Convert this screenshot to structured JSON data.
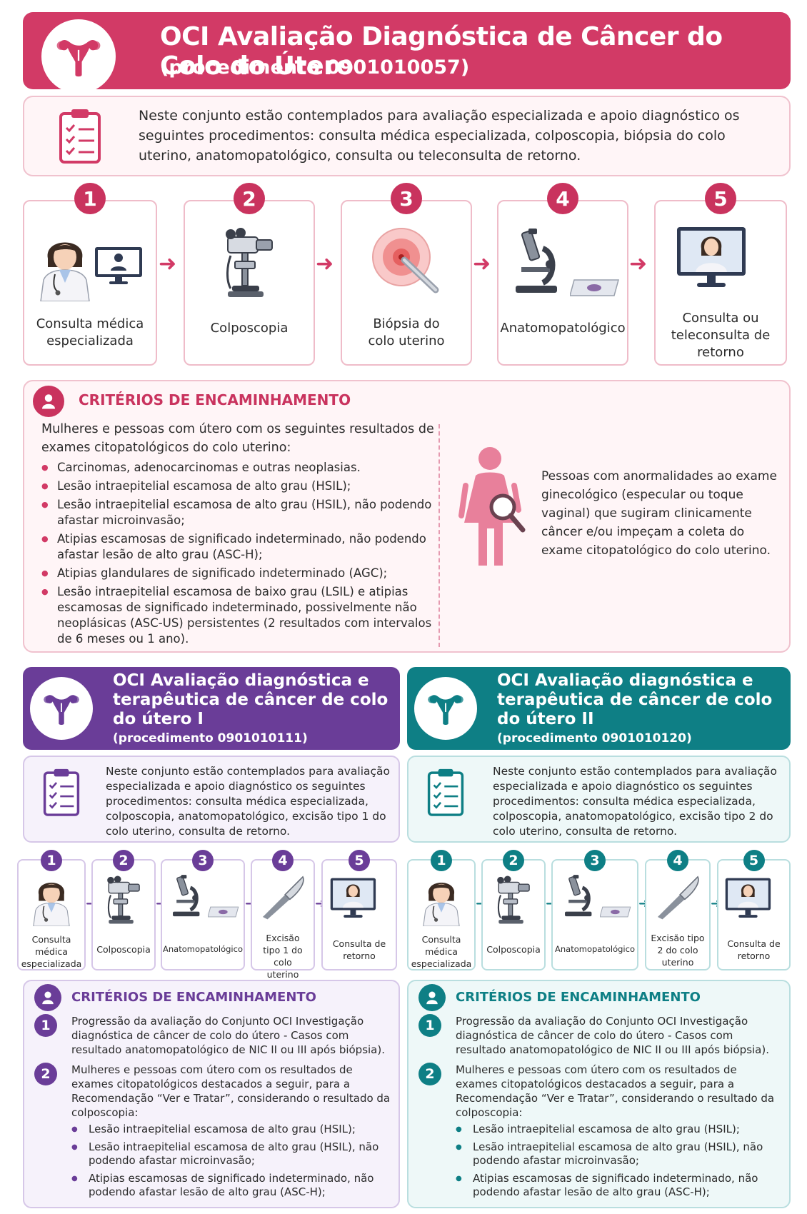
{
  "colors": {
    "pink": "#d23a66",
    "purple": "#6a3d98",
    "teal": "#0e7f85"
  },
  "header": {
    "title": "OCI Avaliação Diagnóstica de Câncer do Colo do Útero",
    "subtitle": "(procedimento 0901010057)",
    "icon": "uterus-icon"
  },
  "intro": {
    "text": "Neste conjunto estão contemplados para avaliação especializada e apoio diagnóstico os seguintes procedimentos: consulta médica especializada, colposcopia, biópsia do colo uterino, anatomopatológico, consulta ou teleconsulta de retorno.",
    "icon": "clipboard-icon"
  },
  "steps": [
    {
      "num": "1",
      "label": "Consulta médica especializada",
      "icon": "doctor-icon"
    },
    {
      "num": "2",
      "label": "Colposcopia",
      "icon": "colposcope-icon"
    },
    {
      "num": "3",
      "label": "Biópsia do colo uterino",
      "icon": "biopsy-icon"
    },
    {
      "num": "4",
      "label": "Anatomopatológico",
      "icon": "microscope-icon"
    },
    {
      "num": "5",
      "label": "Consulta ou teleconsulta de retorno",
      "icon": "teleconsult-icon"
    }
  ],
  "criteria": {
    "title": "CRITÉRIOS DE ENCAMINHAMENTO",
    "intro": "Mulheres e pessoas com útero com os seguintes resultados de exames citopatológicos do colo uterino:",
    "items": [
      "Carcinomas, adenocarcinomas e outras neoplasias.",
      "Lesão intraepitelial escamosa de alto grau (HSIL);",
      "Lesão intraepitelial escamosa de alto grau (HSIL), não podendo afastar microinvasão;",
      "Atipias escamosas de significado indeterminado, não podendo afastar lesão de alto grau (ASC-H);",
      "Atipias glandulares de significado indeterminado (AGC);",
      "Lesão intraepitelial escamosa de baixo grau (LSIL) e atipias escamosas de significado indeterminado, possivelmente não neoplásicas (ASC-US) persistentes (2 resultados com intervalos de 6 meses ou 1 ano)."
    ],
    "right_text": "Pessoas com anormalidades ao exame ginecológico (especular ou toque vaginal) que sugiram clinicamente câncer e/ou impeçam a coleta do exame citopatológico do colo uterino."
  },
  "panel1": {
    "title": "OCI Avaliação diagnóstica e terapêutica de câncer de colo do útero I",
    "procedure": "(procedimento 0901010111)",
    "intro": "Neste conjunto estão contemplados para avaliação especializada e apoio diagnóstico os seguintes procedimentos: consulta médica especializada, colposcopia, anatomopatológico, excisão tipo 1 do colo uterino, consulta de retorno.",
    "steps": [
      {
        "num": "1",
        "label": "Consulta médica especializada"
      },
      {
        "num": "2",
        "label": "Colposcopia"
      },
      {
        "num": "3",
        "label": "Anatomopatológico"
      },
      {
        "num": "4",
        "label": "Excisão tipo 1 do colo uterino"
      },
      {
        "num": "5",
        "label": "Consulta de retorno"
      }
    ],
    "criteria_title": "CRITÉRIOS DE ENCAMINHAMENTO",
    "c1_num": "1",
    "c1": "Progressão da avaliação do Conjunto OCI Investigação diagnóstica de câncer de colo do útero - Casos com resultado anatomopatológico de NIC II ou III após biópsia).",
    "c2_num": "2",
    "c2": "Mulheres e pessoas com útero com os resultados de exames citopatológicos destacados a seguir, para a Recomendação “Ver e Tratar”, considerando o resultado da colposcopia:",
    "items": [
      "Lesão intraepitelial escamosa de alto grau (HSIL);",
      "Lesão intraepitelial escamosa de alto grau (HSIL), não podendo afastar microinvasão;",
      "Atipias escamosas de significado indeterminado, não podendo afastar lesão de alto grau (ASC-H);"
    ]
  },
  "panel2": {
    "title": "OCI Avaliação diagnóstica e terapêutica de câncer de colo do útero II",
    "procedure": "(procedimento 0901010120)",
    "intro": "Neste conjunto estão contemplados para avaliação especializada e apoio diagnóstico os seguintes procedimentos: consulta médica especializada, colposcopia, anatomopatológico, excisão tipo 2 do colo uterino, consulta de retorno.",
    "steps": [
      {
        "num": "1",
        "label": "Consulta médica especializada"
      },
      {
        "num": "2",
        "label": "Colposcopia"
      },
      {
        "num": "3",
        "label": "Anatomopatológico"
      },
      {
        "num": "4",
        "label": "Excisão tipo 2 do colo uterino"
      },
      {
        "num": "5",
        "label": "Consulta de retorno"
      }
    ],
    "criteria_title": "CRITÉRIOS DE ENCAMINHAMENTO",
    "c1_num": "1",
    "c1": "Progressão da avaliação do Conjunto OCI Investigação diagnóstica de câncer de colo do útero - Casos com resultado anatomopatológico de NIC II ou III após biópsia).",
    "c2_num": "2",
    "c2": "Mulheres e pessoas com útero com os resultados de exames citopatológicos destacados a seguir, para a Recomendação “Ver e Tratar”, considerando o resultado da colposcopia:",
    "items": [
      "Lesão intraepitelial escamosa de alto grau (HSIL);",
      "Lesão intraepitelial escamosa de alto grau (HSIL), não podendo afastar microinvasão;",
      "Atipias escamosas de significado indeterminado, não podendo afastar lesão de alto grau (ASC-H);"
    ]
  }
}
